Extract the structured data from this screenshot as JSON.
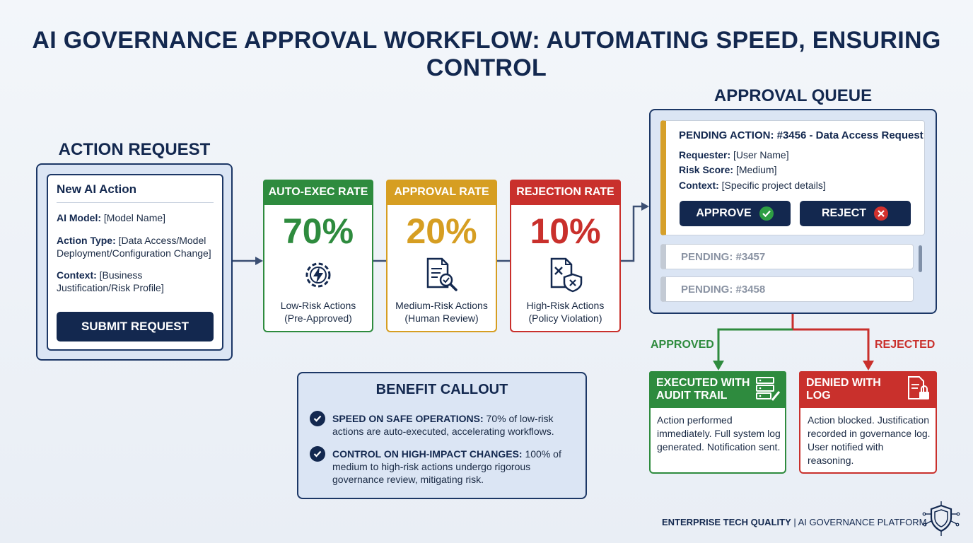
{
  "title": "AI GOVERNANCE APPROVAL WORKFLOW: AUTOMATING SPEED, ENSURING CONTROL",
  "action_request": {
    "section_title": "ACTION REQUEST",
    "heading": "New AI Action",
    "model_label": "AI Model:",
    "model_value": "[Model Name]",
    "type_label": "Action Type:",
    "type_value": "[Data Access/Model Deployment/Configuration Change]",
    "context_label": "Context:",
    "context_value": "[Business Justification/Risk Profile]",
    "submit_label": "SUBMIT REQUEST"
  },
  "stats": [
    {
      "header": "AUTO-EXEC RATE",
      "value": "70%",
      "desc_line1": "Low-Risk Actions",
      "desc_line2": "(Pre-Approved)",
      "icon": "lightning-gear-icon",
      "color": "#2e8b3e"
    },
    {
      "header": "APPROVAL RATE",
      "value": "20%",
      "desc_line1": "Medium-Risk Actions",
      "desc_line2": "(Human Review)",
      "icon": "document-search-icon",
      "color": "#d69e22"
    },
    {
      "header": "REJECTION RATE",
      "value": "10%",
      "desc_line1": "High-Risk Actions",
      "desc_line2": "(Policy Violation)",
      "icon": "document-shield-x-icon",
      "color": "#c9302c"
    }
  ],
  "queue": {
    "section_title": "APPROVAL QUEUE",
    "pending_title": "PENDING ACTION: #3456 - Data Access Request",
    "requester_label": "Requester:",
    "requester_value": "[User Name]",
    "risk_label": "Risk Score:",
    "risk_value": "[Medium]",
    "context_label": "Context:",
    "context_value": "[Specific project details]",
    "approve_label": "APPROVE",
    "reject_label": "REJECT",
    "pending_2": "PENDING: #3457",
    "pending_3": "PENDING: #3458"
  },
  "outcomes": {
    "approved_label": "APPROVED",
    "rejected_label": "REJECTED",
    "executed_line1": "EXECUTED WITH",
    "executed_line2": "AUDIT TRAIL",
    "executed_desc": "Action performed immediately. Full system log generated. Notification sent.",
    "denied_line1": "DENIED WITH",
    "denied_line2": "LOG",
    "denied_desc": "Action blocked. Justification recorded in governance log. User notified with reasoning."
  },
  "benefit": {
    "title": "BENEFIT CALLOUT",
    "item1_bold": "SPEED ON SAFE OPERATIONS:",
    "item1_text": " 70% of low-risk actions are auto-executed, accelerating workflows.",
    "item2_bold": "CONTROL ON HIGH-IMPACT CHANGES:",
    "item2_text": " 100% of medium to high-risk actions undergo rigorous governance review, mitigating risk."
  },
  "footer": {
    "brand": "ENTERPRISE TECH QUALITY",
    "separator": " | ",
    "platform": "AI GOVERNANCE PLATFORM"
  },
  "colors": {
    "navy": "#13284f",
    "green": "#2e8b3e",
    "amber": "#d69e22",
    "red": "#c9302c",
    "panel": "#dbe5f4"
  }
}
